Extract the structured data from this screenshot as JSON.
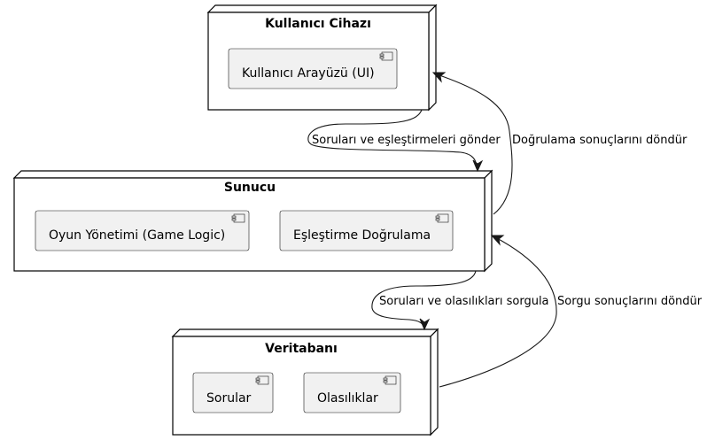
{
  "nodes": {
    "device": {
      "title": "Kullanıcı Cihazı",
      "components": [
        "Kullanıcı Arayüzü (UI)"
      ]
    },
    "server": {
      "title": "Sunucu",
      "components": [
        "Oyun Yönetimi (Game Logic)",
        "Eşleştirme Doğrulama"
      ]
    },
    "database": {
      "title": "Veritabanı",
      "components": [
        "Sorular",
        "Olasılıklar"
      ]
    }
  },
  "edges": {
    "device_to_server": "Soruları ve eşleştirmeleri gönder",
    "server_to_device": "Doğrulama sonuçlarını döndür",
    "server_to_database": "Soruları ve olasılıkları sorgula",
    "database_to_server": "Sorgu sonuçlarını döndür"
  },
  "colors": {
    "component_fill": "#f1f1f1",
    "line": "#181818",
    "background": "#ffffff"
  }
}
